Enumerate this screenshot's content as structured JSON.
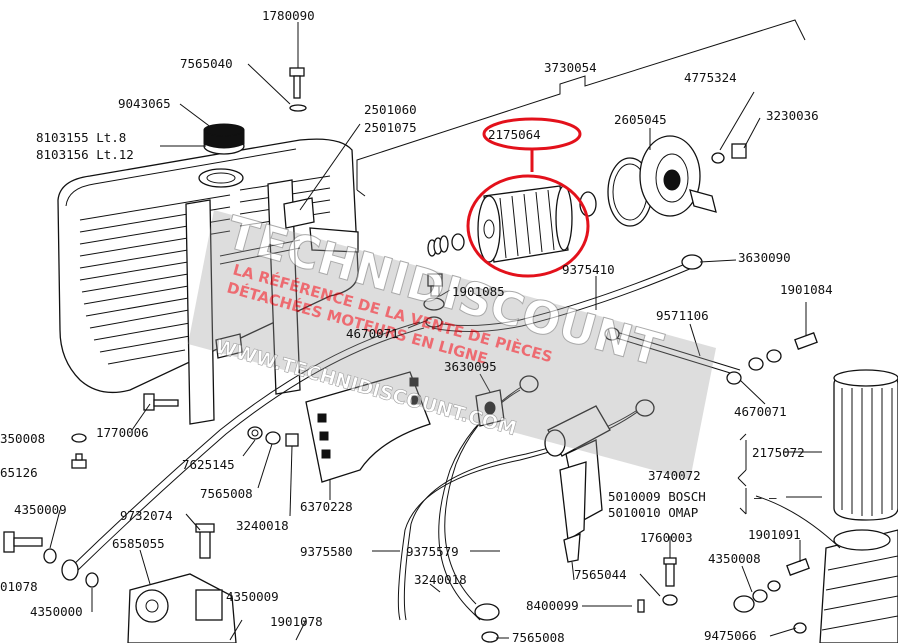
{
  "labels": {
    "p1780090": "1780090",
    "p7565040": "7565040",
    "p9043065": "9043065",
    "p8103155": "8103155 Lt.8",
    "p8103156": "8103156 Lt.12",
    "p2501060": "2501060",
    "p2501075": "2501075",
    "p3730054": "3730054",
    "p4775324": "4775324",
    "p2175064": "2175064",
    "p2605045": "2605045",
    "p3230036": "3230036",
    "p3630090": "3630090",
    "p9375410": "9375410",
    "p1901085": "1901085",
    "p4670071a": "4670071",
    "p1901084": "1901084",
    "p9571106": "9571106",
    "p3630095": "3630095",
    "p4670071b": "4670071",
    "p350008": "350008",
    "p1770006": "1770006",
    "p65126": "65126",
    "p7625145": "7625145",
    "p7565008a": "7565008",
    "p3240018a": "3240018",
    "p6370228": "6370228",
    "p2175072": "2175072",
    "p3740072": "3740072",
    "p5010009": "5010009 BOSCH",
    "p5010010": "5010010 OMAP",
    "p4350009": "4350009",
    "p9732074": "9732074",
    "p6585055": "6585055",
    "p01078": "01078",
    "p9375580": "9375580",
    "p9375579": "9375579",
    "p1760003": "1760003",
    "p1901091": "1901091",
    "p4350008": "4350008",
    "p3240018b": "3240018",
    "p7565044": "7565044",
    "p4350009b": "4350009",
    "p4350000": "4350000",
    "p1901078": "1901078",
    "p8400099": "8400099",
    "p7565008b": "7565008",
    "p9475066": "9475066",
    "dashes": "– –"
  },
  "watermark": {
    "brand": "TECHNIDISCOUNT",
    "tagline1": "LA RÉFÉRENCE DE LA VENTE DE PIÈCES",
    "tagline2": "DÉTACHÉES MOTEURS EN LIGNE",
    "url": "WWW.TECHNIDISCOUNT.COM"
  },
  "colors": {
    "highlight": "#e3111b",
    "watermark": "#b8b8b8"
  }
}
